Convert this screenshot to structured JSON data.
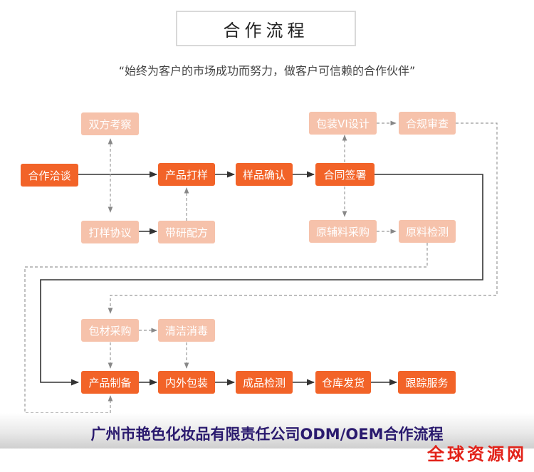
{
  "title": "合作流程",
  "slogan": "“始终为客户的市场成功而努力，做客户可信赖的合作伙伴”",
  "steps": {
    "shuangfang": "双方考察",
    "hezuo": "合作洽谈",
    "dayang_xieyi": "打样协议",
    "daiyan": "带研配方",
    "chanpin_dayang": "产品打样",
    "yangpin_queren": "样品确认",
    "baozhuang_vi": "包装VI设计",
    "hegui": "合规审查",
    "hetong": "合同签署",
    "yuanfuliao": "原辅料采购",
    "yuanliao_jiance": "原料检测",
    "baocai": "包材采购",
    "qingjie": "清洁消毒",
    "chanpin_zhibei": "产品制备",
    "neiwai": "内外包装",
    "chengpin": "成品检测",
    "cangku": "仓库发货",
    "genzong": "跟踪服务"
  },
  "footer_title": "广州市艳色化妆品有限责任公司ODM/OEM合作流程",
  "watermark": "全球资源网",
  "colors": {
    "primary": "#f26328",
    "secondary": "#f6c2ab",
    "connector": "#333333",
    "dashed": "#999999"
  }
}
